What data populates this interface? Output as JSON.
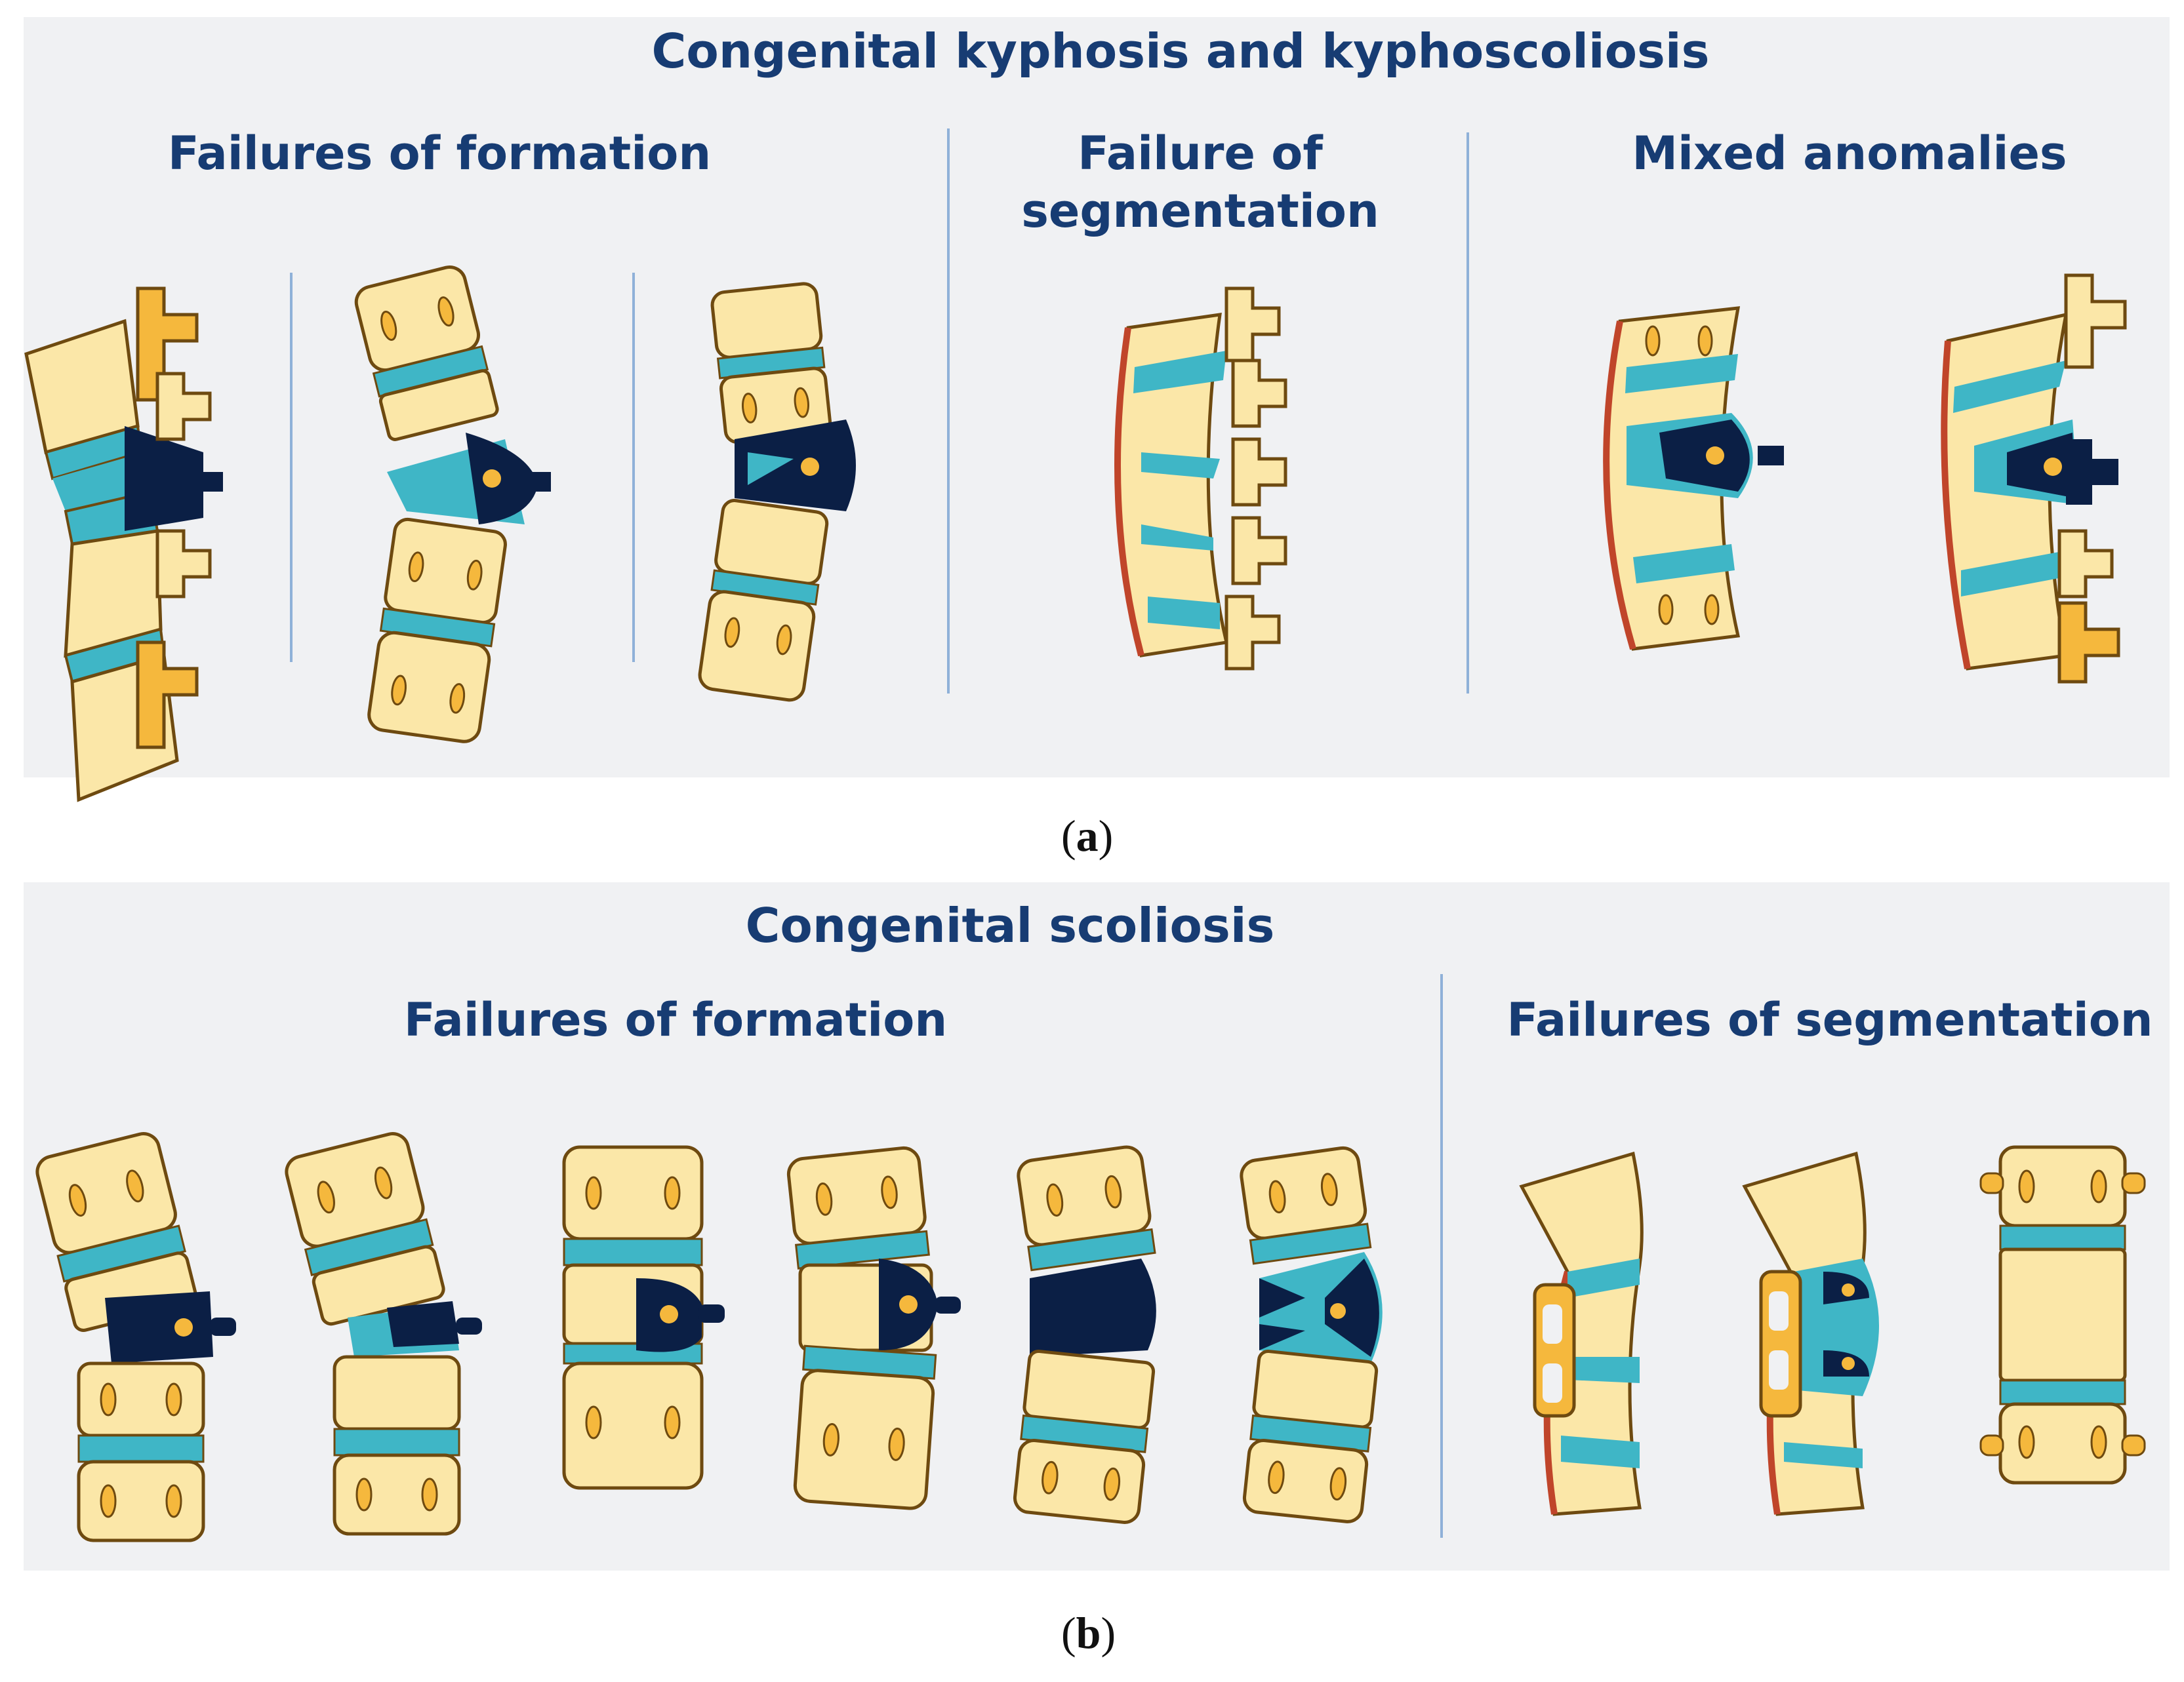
{
  "panel_a": {
    "title": "Congenital kyphosis and kyphoscoliosis",
    "groups": {
      "formation": "Failures of formation",
      "segmentation": "Failure of\nsegmentation",
      "mixed": "Mixed anomalies"
    },
    "caption_letter": "a"
  },
  "panel_b": {
    "title": "Congenital scoliosis",
    "groups": {
      "formation": "Failures of formation",
      "segmentation": "Failures of segmentation"
    },
    "caption_letter": "b"
  },
  "colors": {
    "background": "#f0f1f3",
    "heading": "#173c73",
    "bone": "#fbe7a8",
    "bone_dark": "#f5b83d",
    "outline": "#6e4a10",
    "disc": "#3fb6c6",
    "anomaly": "#0b1f45",
    "bar": "#c0452a",
    "divider": "#8fb1d8"
  },
  "icons": [
    "vertebra-icon",
    "hemivertebra-icon",
    "unsegmented-bar-icon"
  ]
}
